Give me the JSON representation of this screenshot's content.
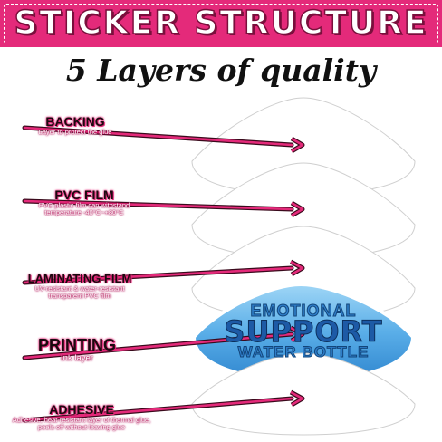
{
  "header": {
    "title": "STICKER STRUCTURE",
    "subtitle": "5 Layers of quality"
  },
  "layers": [
    {
      "name": "BACKING",
      "desc": "Layer to protect the glue"
    },
    {
      "name": "PVC FILM",
      "desc": "PVC plastic film can withstand temperature -40°C~+80°C"
    },
    {
      "name": "LAMINATING FILM",
      "desc": "UV-resistant & water-resistant transparent PVC film"
    },
    {
      "name": "PRINTING",
      "desc": "Ink layer"
    },
    {
      "name": "ADHESIVE",
      "desc": "Adhesive, heat-resistant layer of thermal glue, peels off without leaving glue"
    }
  ],
  "printing_art": {
    "line1": "EMOTIONAL",
    "line2": "SUPPORT",
    "line3": "WATER BOTTLE"
  },
  "colors": {
    "banner": "#e42a7a",
    "arrow": "#e42a7a",
    "arrow_outline": "#3a0a1c",
    "print_fill": "#5aaee8",
    "print_text": "#1d5aa6"
  }
}
